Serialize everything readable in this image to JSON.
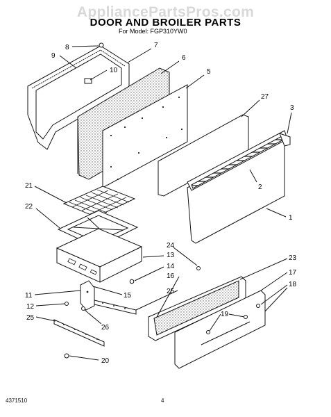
{
  "watermark": "AppliancePartsPros.com",
  "title": "DOOR AND BROILER PARTS",
  "subtitle": "For Model: FGP310YW0",
  "footer": {
    "doc_number": "4371510",
    "page_number": "4"
  },
  "callouts": [
    "8",
    "7",
    "9",
    "10",
    "6",
    "5",
    "27",
    "3",
    "2",
    "1",
    "21",
    "22",
    "24",
    "23",
    "13",
    "14",
    "17",
    "16",
    "18",
    "25",
    "15",
    "11",
    "12",
    "19",
    "26",
    "25",
    "20"
  ]
}
